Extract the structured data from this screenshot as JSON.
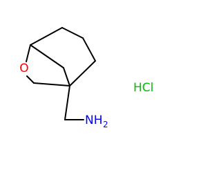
{
  "molecule": {
    "oxygen_label": "O",
    "amine_label": "NH",
    "amine_subscript": "2",
    "salt_label": "HCl"
  },
  "colors": {
    "bond": "#000000",
    "oxygen": "#ff0000",
    "nitrogen": "#0000ff",
    "salt": "#00c000"
  }
}
